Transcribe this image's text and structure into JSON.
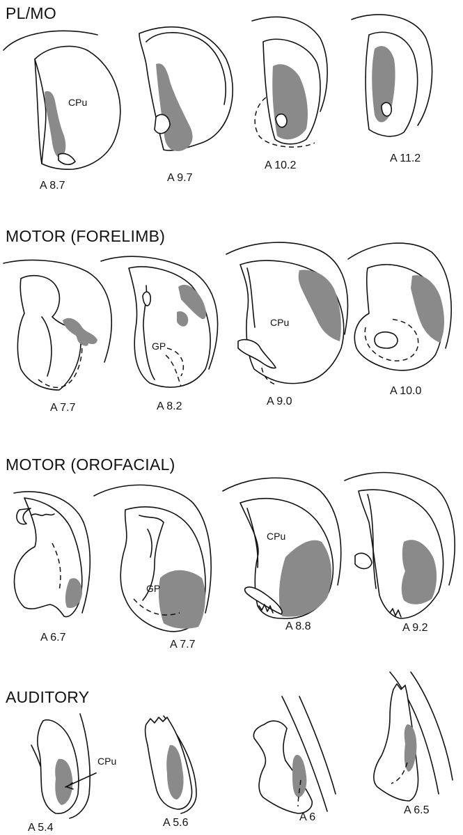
{
  "sections": [
    {
      "heading": "PL/MO",
      "panels": [
        "A 8.7",
        "A 9.7",
        "A 10.2",
        "A 11.2"
      ],
      "regions": [
        "CPu"
      ]
    },
    {
      "heading": "MOTOR (FORELIMB)",
      "panels": [
        "A 7.7",
        "A 8.2",
        "A 9.0",
        "A 10.0"
      ],
      "regions": [
        "GP",
        "CPu"
      ]
    },
    {
      "heading": "MOTOR (OROFACIAL)",
      "panels": [
        "A 6.7",
        "A 7.7",
        "A 8.8",
        "A 9.2"
      ],
      "regions": [
        "GP",
        "CPu"
      ]
    },
    {
      "heading": "AUDITORY",
      "panels": [
        "A 5.4",
        "A 5.6",
        "A 6",
        "A 6.5"
      ],
      "regions": [
        "CPu"
      ]
    }
  ],
  "colors": {
    "label_fill": "#8a8a8a",
    "outline": "#111111",
    "background": "#ffffff"
  }
}
